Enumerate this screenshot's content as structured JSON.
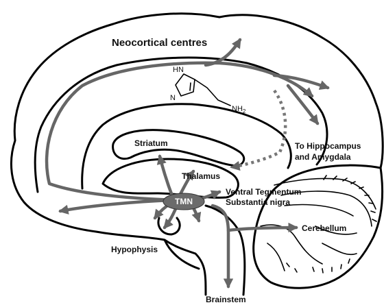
{
  "labels": {
    "neocortical": "Neocortical centres",
    "striatum": "Striatum",
    "thalamus": "Thalamus",
    "hippocampus_line1": "To Hippocampus",
    "hippocampus_line2": "and Amygdala",
    "vta_line1": "Ventral Tegmentum",
    "vta_line2": "Substantia nigra",
    "tmn": "TMN",
    "cerebellum": "Cerebellum",
    "hypophysis": "Hypophysis",
    "brainstem": "Brainstem"
  },
  "molecule": {
    "name": "histamine",
    "nh": "HN",
    "n": "N",
    "nh2": "NH",
    "nh2_sub": "2"
  },
  "colors": {
    "projection": "#666666",
    "outline": "#000000",
    "tmn_fill": "#6b6b6b"
  }
}
